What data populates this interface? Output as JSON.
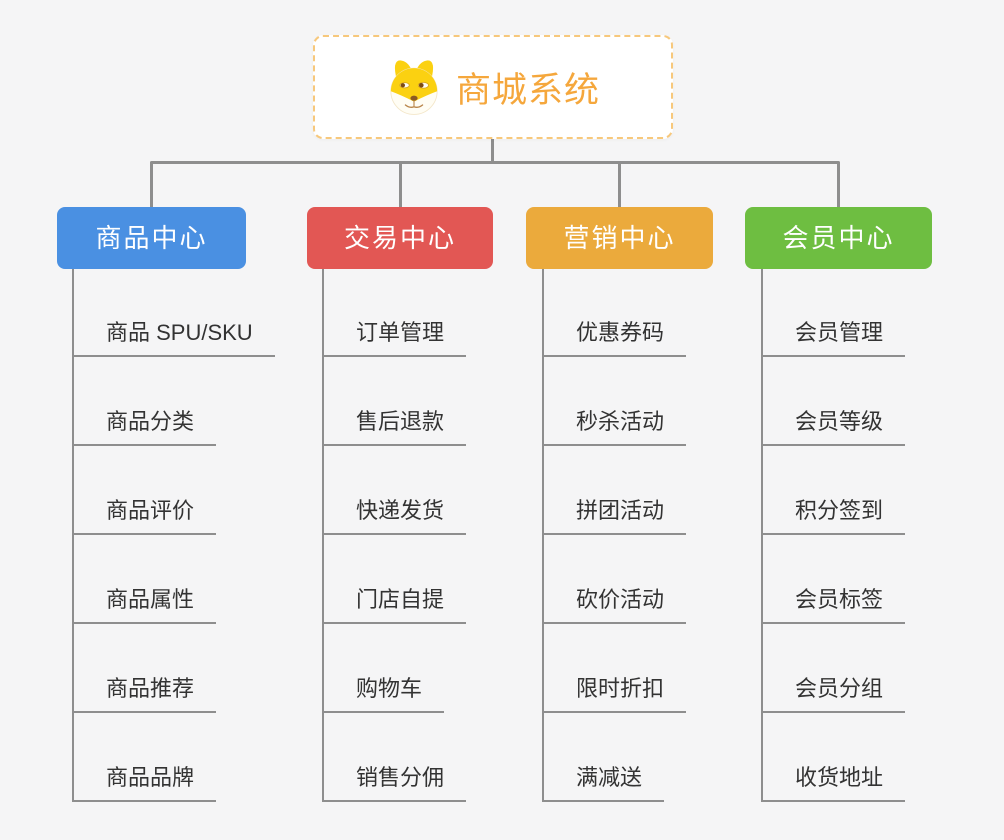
{
  "root": {
    "title": "商城系统",
    "icon": "doge-icon"
  },
  "branches": [
    {
      "label": "商品中心",
      "color": "#4a90e2",
      "items": [
        "商品 SPU/SKU",
        "商品分类",
        "商品评价",
        "商品属性",
        "商品推荐",
        "商品品牌"
      ]
    },
    {
      "label": "交易中心",
      "color": "#e25754",
      "items": [
        "订单管理",
        "售后退款",
        "快递发货",
        "门店自提",
        "购物车",
        "销售分佣"
      ]
    },
    {
      "label": "营销中心",
      "color": "#ebaa3c",
      "items": [
        "优惠券码",
        "秒杀活动",
        "拼团活动",
        "砍价活动",
        "限时折扣",
        "满减送"
      ]
    },
    {
      "label": "会员中心",
      "color": "#6ebe41",
      "items": [
        "会员管理",
        "会员等级",
        "积分签到",
        "会员标签",
        "会员分组",
        "收货地址"
      ]
    }
  ],
  "colors": {
    "background": "#f5f5f6",
    "connector_line": "#8e8e8e",
    "root_border": "#f7c87c",
    "root_title_text": "#f5a73c",
    "item_text": "#333333"
  }
}
